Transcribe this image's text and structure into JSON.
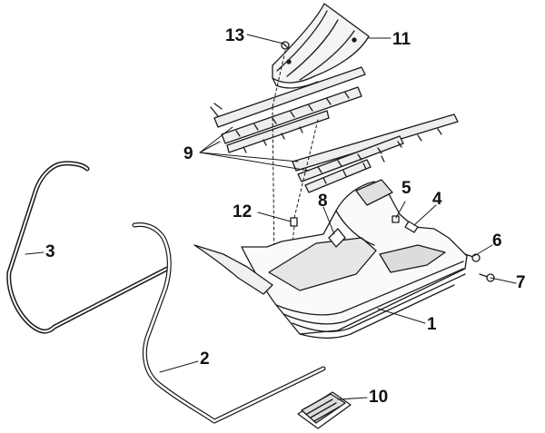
{
  "callouts": {
    "n1": "1",
    "n2": "2",
    "n3": "3",
    "n4": "4",
    "n5": "5",
    "n6": "6",
    "n7": "7",
    "n8": "8",
    "n9": "9",
    "n10": "10",
    "n11": "11",
    "n12": "12",
    "n13": "13"
  },
  "colors": {
    "line": "#1a1a1a",
    "shade": "#6e6e6e",
    "fill": "#ffffff"
  }
}
